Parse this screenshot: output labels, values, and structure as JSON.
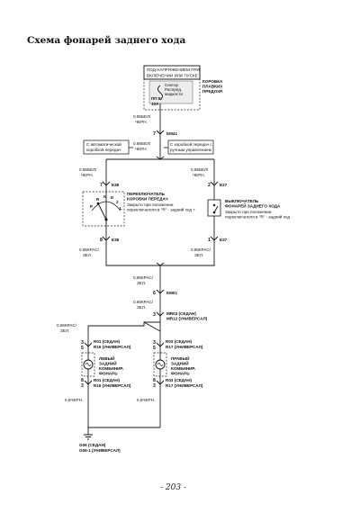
{
  "page": {
    "title": "Схема фонарей заднего хода",
    "page_number": "- 203 -"
  },
  "diagram": {
    "power_box": {
      "header_line1": "ПОД НАПРЯЖЕНИЕМ ПРИ",
      "header_line2": "ВКЛЮЧЕНИИ ИЛИ ПУСКЕ",
      "fuse_line1": "Сектор",
      "fuse_line2": "Распред.",
      "fuse_line3": "жидкости",
      "fuse_id": "ПП 8",
      "fuse_amp": "10А",
      "side_line1": "КОРОБКА",
      "side_line2": "ПЛАВКИХ",
      "side_line3": "ПРЕДОХР."
    },
    "wire_top": {
      "size": "0.85БЕЛ/",
      "color": "ЧЕРН."
    },
    "conn_em41": {
      "pin": "7",
      "id": "EM41"
    },
    "wire_split": {
      "size": "0.85БЕЛ/",
      "color": "ЧЕРН."
    },
    "split_auto": {
      "line1": "С автоматической",
      "line2": "коробкой передач"
    },
    "split_manual": {
      "line1": "С коробкой передач с",
      "line2": "ручным управлением"
    },
    "left_branch": {
      "wire_top": {
        "size": "0.85БЕЛ/",
        "color": "ЧЕРН."
      },
      "conn_top": {
        "pin": "7",
        "id": "E38"
      },
      "switch": {
        "title1": "ПЕРЕКЛЮЧАТЕЛЬ",
        "title2": "КОРОБКИ ПЕРЕДАЧ",
        "note1": "Закрыто при положении",
        "note2": "переключателя в \"R\" - задний ход +",
        "positions": [
          "P",
          "R",
          "N",
          "D",
          "2",
          "L"
        ]
      },
      "conn_bottom": {
        "pin": "8",
        "id": "E38"
      },
      "wire_bottom": {
        "size": "0.85КРАС/",
        "color": "ЗЕЛ."
      }
    },
    "right_branch": {
      "wire_top": {
        "size": "0.85БЕЛ/",
        "color": "ЧЕРН."
      },
      "conn_top": {
        "pin": "2",
        "id": "E27"
      },
      "switch": {
        "title1": "ВЫКЛЮЧАТЕЛЬ",
        "title2": "ФОНАРЕЙ ЗАДНЕГО ХОДА",
        "note1": "Закрыто при положении",
        "note2": "переключателя в \"R\" - задний ход"
      },
      "conn_bottom": {
        "pin": "1",
        "id": "E27"
      },
      "wire_bottom": {
        "size": "0.85КРАС/",
        "color": "ЗЕЛ."
      }
    },
    "wire_join": {
      "size": "0.85КРАС/",
      "color": "ЗЕЛ."
    },
    "conn_em01": {
      "pin": "6",
      "id": "EM01"
    },
    "wire_mid": {
      "size": "0.85КРАС/",
      "color": "ЗЕЛ."
    },
    "conn_mr02": {
      "pin": "3",
      "id1": "MR02 (СЕДАН)",
      "id2": "MR12 (УНИВЕРСАЛ)"
    },
    "wire_lamps": {
      "size": "0.85КРАС/",
      "color": "ЗЕЛ."
    },
    "left_lamp": {
      "conn_top": {
        "pin_a": "3",
        "pin_b": "5",
        "id1": "R01 (СЕДАН)",
        "id2": "R16 (УНИВЕРСАЛ)"
      },
      "title1": "ЛЕВЫЙ",
      "title2": "ЗАДНИЙ",
      "title3": "КОМБИНИР.",
      "title4": "ФОНАРЬ",
      "conn_bottom": {
        "pin_a": "8",
        "pin_b": "3",
        "id1": "R01 (СЕДАН)",
        "id2": "R16 (УНИВЕРСАЛ)"
      },
      "wire_bottom": "0.8ЧЕРН."
    },
    "right_lamp": {
      "conn_top": {
        "pin_a": "3",
        "pin_b": "5",
        "id1": "R03 (СЕДАН)",
        "id2": "R17 (УНИВЕРСАЛ)"
      },
      "title1": "ПРАВЫЙ",
      "title2": "ЗАДНИЙ",
      "title3": "КОМБИНИР.",
      "title4": "ФОНАРЬ",
      "conn_bottom": {
        "pin_a": "8",
        "pin_b": "3",
        "id1": "R03 (СЕДАН)",
        "id2": "R17 (УНИВЕРСАЛ)"
      },
      "wire_bottom": "0.8ЧЕРН."
    },
    "ground": {
      "id1": "G06 (СЕДАН)",
      "id2": "G06-1 (УНИВЕРСАЛ)"
    }
  }
}
